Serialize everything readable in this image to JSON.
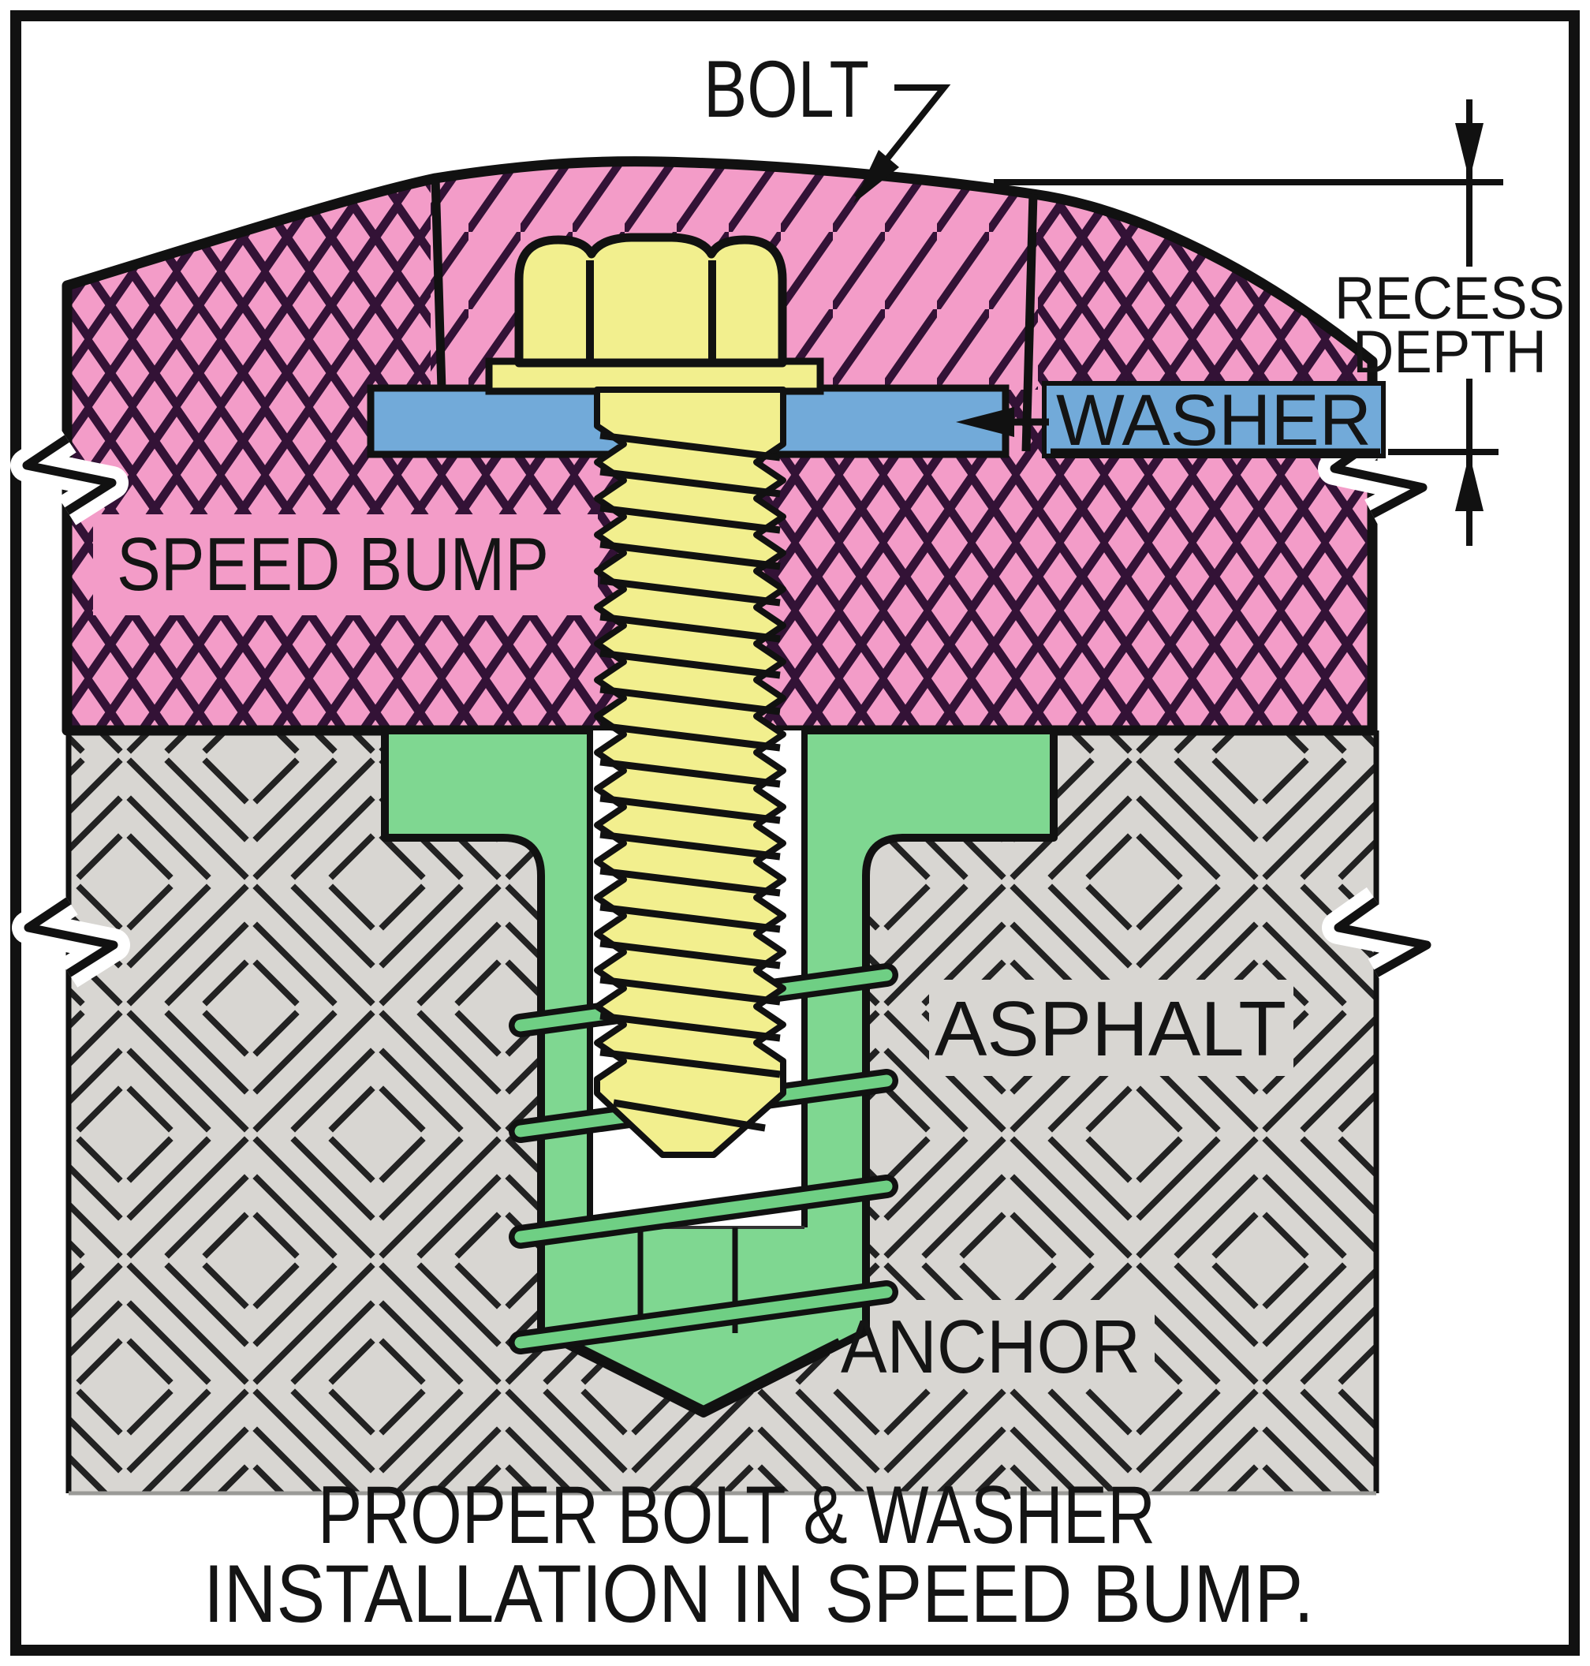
{
  "diagram": {
    "title_caption": {
      "line1": "PROPER BOLT & WASHER",
      "line2": "INSTALLATION IN SPEED BUMP."
    },
    "labels": {
      "bolt": "BOLT",
      "washer": "WASHER",
      "speed_bump": "SPEED BUMP",
      "asphalt": "ASPHALT",
      "anchor": "ANCHOR",
      "recess_depth_word1": "RECESS",
      "recess_depth_word2": "DEPTH"
    },
    "colors": {
      "background": "#ffffff",
      "frame": "#111111",
      "speed_bump_pink": "#f39cc8",
      "hatch_dark_plum": "#331236",
      "asphalt_gray": "#d8d6d2",
      "asphalt_hatch": "#222222",
      "anchor_green": "#7fd791",
      "coil_green": "#6fcf84",
      "bolt_yellow": "#f2ef8e",
      "washer_blue": "#72aad9",
      "text_black": "#141414"
    }
  }
}
